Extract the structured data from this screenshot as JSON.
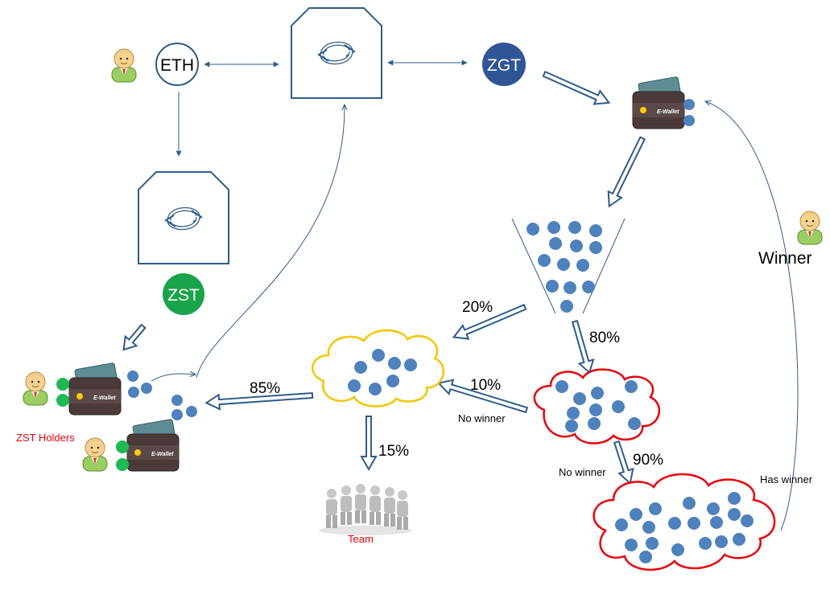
{
  "tokens": {
    "eth": "ETH",
    "zgt": "ZGT",
    "zst": "ZST"
  },
  "wallet_label": "E-Wallet",
  "labels": {
    "winner": "Winner",
    "zst_holders": "ZST Holders",
    "team": "Team",
    "no_winner_1": "No winner",
    "no_winner_2": "No winner",
    "has_winner": "Has winner"
  },
  "percents": {
    "p20": "20%",
    "p80": "80%",
    "p10": "10%",
    "p85": "85%",
    "p15": "15%",
    "p90": "90%"
  },
  "colors": {
    "line_blue": "#2e5c8a",
    "dot_blue": "#4f81bd",
    "zgt_fill": "#2f5597",
    "zst_fill": "#1aa34a",
    "yellow_cloud": "#f5c400",
    "red_cloud": "#e8000b",
    "red_text": "#e8000b",
    "wallet_dark": "#4a3b3a",
    "holder_green": "#1db954"
  }
}
